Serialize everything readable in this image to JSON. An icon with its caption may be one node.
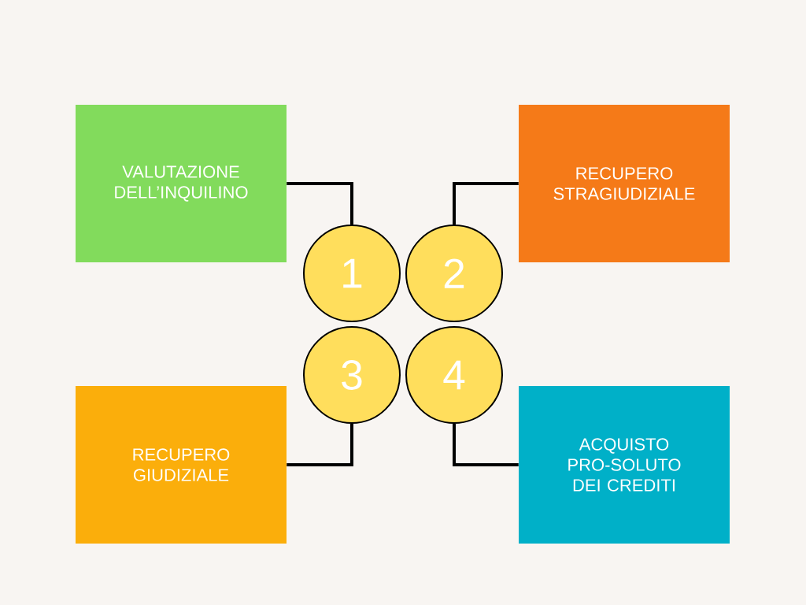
{
  "diagram": {
    "nodes": [
      {
        "text": [
          "VALUTAZIONE DELL’INQUILINO"
        ]
      },
      {
        "text": [
          "RECUPERO STRAGIUDIZIALE"
        ]
      },
      {
        "text": [
          "RECUPERO GIUDIZIALE"
        ]
      },
      {
        "text": [
          "ACQUISTO PRO-SOLUTO DEI CREDITI"
        ]
      },
      {
        "text": [
          "1"
        ]
      },
      {
        "text": [
          "2"
        ]
      },
      {
        "text": [
          "3"
        ]
      },
      {
        "text": [
          "4"
        ]
      }
    ],
    "edges": [
      {
        "from": 0,
        "to": 4,
        "arrow": "none"
      },
      {
        "from": 1,
        "to": 5,
        "arrow": "none"
      },
      {
        "from": 2,
        "to": 6,
        "arrow": "none"
      },
      {
        "from": 3,
        "to": 7,
        "arrow": "none"
      }
    ]
  }
}
